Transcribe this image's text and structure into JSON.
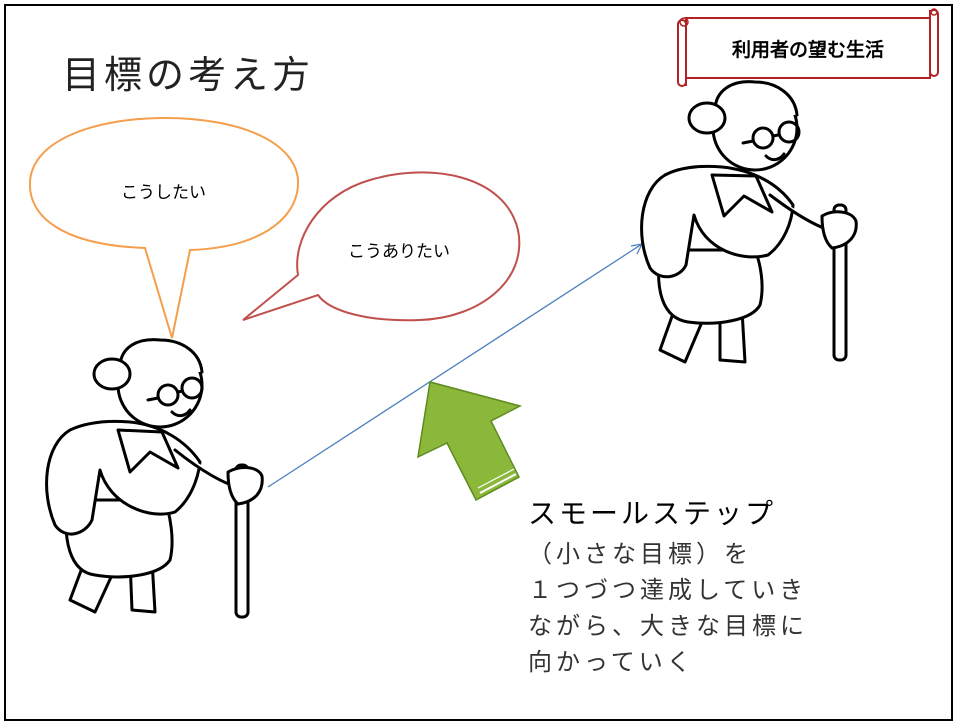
{
  "title": "目標の考え方",
  "scroll_label": "利用者の望む生活",
  "bubbles": {
    "left": "こうしたい",
    "right": "こうありたい"
  },
  "small_step": {
    "heading": "スモールステップ",
    "lines": [
      "（小さな目標）を",
      "１つづつ達成していき",
      "ながら、大きな目標に",
      "向かっていく"
    ]
  },
  "colors": {
    "bubble_orange": "#F59E4C",
    "bubble_red": "#C0504D",
    "arrow_green": "#8BB83A",
    "arrow_green_dark": "#5E8A1E",
    "line_blue": "#4F81BD",
    "scroll_red": "#B22222"
  }
}
